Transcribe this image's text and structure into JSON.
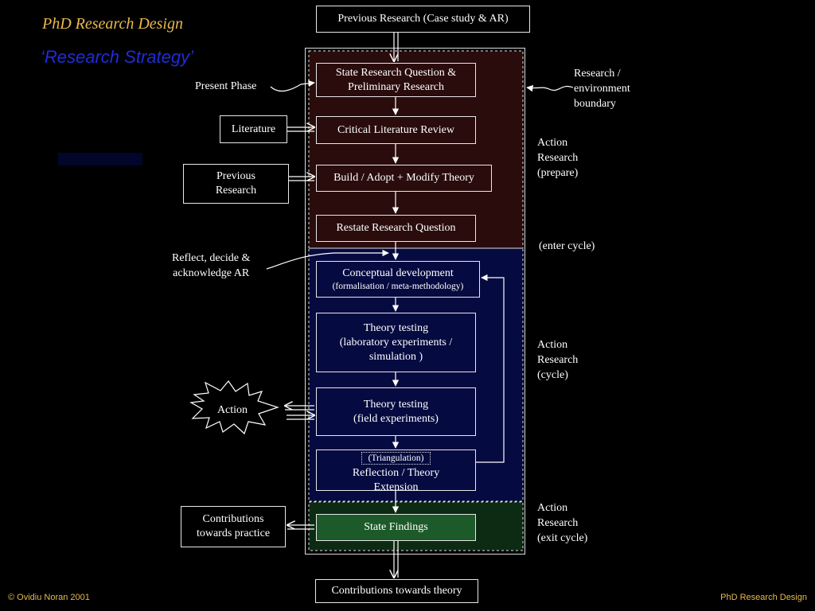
{
  "header": {
    "title": "PhD Research Design",
    "subtitle": "‘Research Strategy’"
  },
  "diagram": {
    "top_box": "Previous Research (Case study & AR)",
    "steps": {
      "state_question": [
        "State Research Question &",
        "Preliminary Research"
      ],
      "lit_review": "Critical Literature Review",
      "build_theory": "Build / Adopt + Modify Theory",
      "restate_question": "Restate Research Question",
      "conceptual": [
        "Conceptual development",
        "(formalisation / meta-methodology)"
      ],
      "theory_lab": [
        "Theory testing",
        "(laboratory experiments /",
        "simulation )"
      ],
      "theory_field": [
        "Theory testing",
        "(field experiments)"
      ],
      "reflection": [
        "(Triangulation)",
        "Reflection / Theory",
        "Extension"
      ],
      "findings": "State Findings",
      "contrib_theory": "Contributions towards theory"
    },
    "inputs": {
      "literature": "Literature",
      "previous_research": [
        "Previous",
        "Research"
      ],
      "action": "Action",
      "contrib_practice": [
        "Contributions",
        "towards practice"
      ]
    },
    "annotations": {
      "present_phase": "Present Phase",
      "boundary": [
        "Research /",
        "environment",
        "boundary"
      ],
      "ar_prepare": [
        "Action",
        "Research",
        "(prepare)"
      ],
      "enter_cycle": "(enter cycle)",
      "reflect": [
        "Reflect, decide &",
        "acknowledge AR"
      ],
      "ar_cycle": [
        "Action",
        "Research",
        "(cycle)"
      ],
      "ar_exit": [
        "Action",
        "Research",
        "(exit cycle)"
      ]
    },
    "colors": {
      "prepare_region": "#2a0c0c",
      "cycle_region": "#050a40",
      "exit_region": "#0d2a12",
      "title": "#e9b94d",
      "subtitle": "#1f2cd8"
    }
  },
  "footer": {
    "left": "©  Ovidiu Noran 2001",
    "right": "PhD Research Design"
  }
}
